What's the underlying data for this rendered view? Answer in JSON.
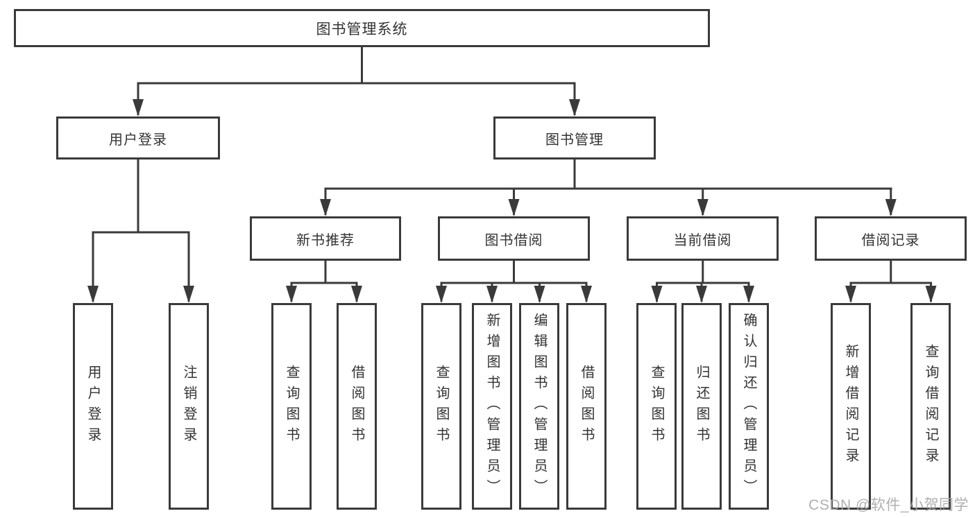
{
  "diagram_type": "hierarchy-tree",
  "tree": {
    "label": "图书管理系统",
    "children": [
      {
        "label": "用户登录",
        "children": [
          {
            "label": "用户登录"
          },
          {
            "label": "注销登录"
          }
        ]
      },
      {
        "label": "图书管理",
        "children": [
          {
            "label": "新书推荐",
            "children": [
              {
                "label": "查询图书"
              },
              {
                "label": "借阅图书"
              }
            ]
          },
          {
            "label": "图书借阅",
            "children": [
              {
                "label": "查询图书"
              },
              {
                "label": "新增图书（管理员）"
              },
              {
                "label": "编辑图书（管理员）"
              },
              {
                "label": "借阅图书"
              }
            ]
          },
          {
            "label": "当前借阅",
            "children": [
              {
                "label": "查询图书"
              },
              {
                "label": "归还图书"
              },
              {
                "label": "确认归还（管理员）"
              }
            ]
          },
          {
            "label": "借阅记录",
            "children": [
              {
                "label": "新增借阅记录"
              },
              {
                "label": "查询借阅记录"
              }
            ]
          }
        ]
      }
    ]
  },
  "watermark": "CSDN @软件_小贺同学",
  "colors": {
    "line": "#3a3a3a",
    "text": "#333333",
    "background": "#ffffff",
    "watermark": "#a8a8a8"
  }
}
